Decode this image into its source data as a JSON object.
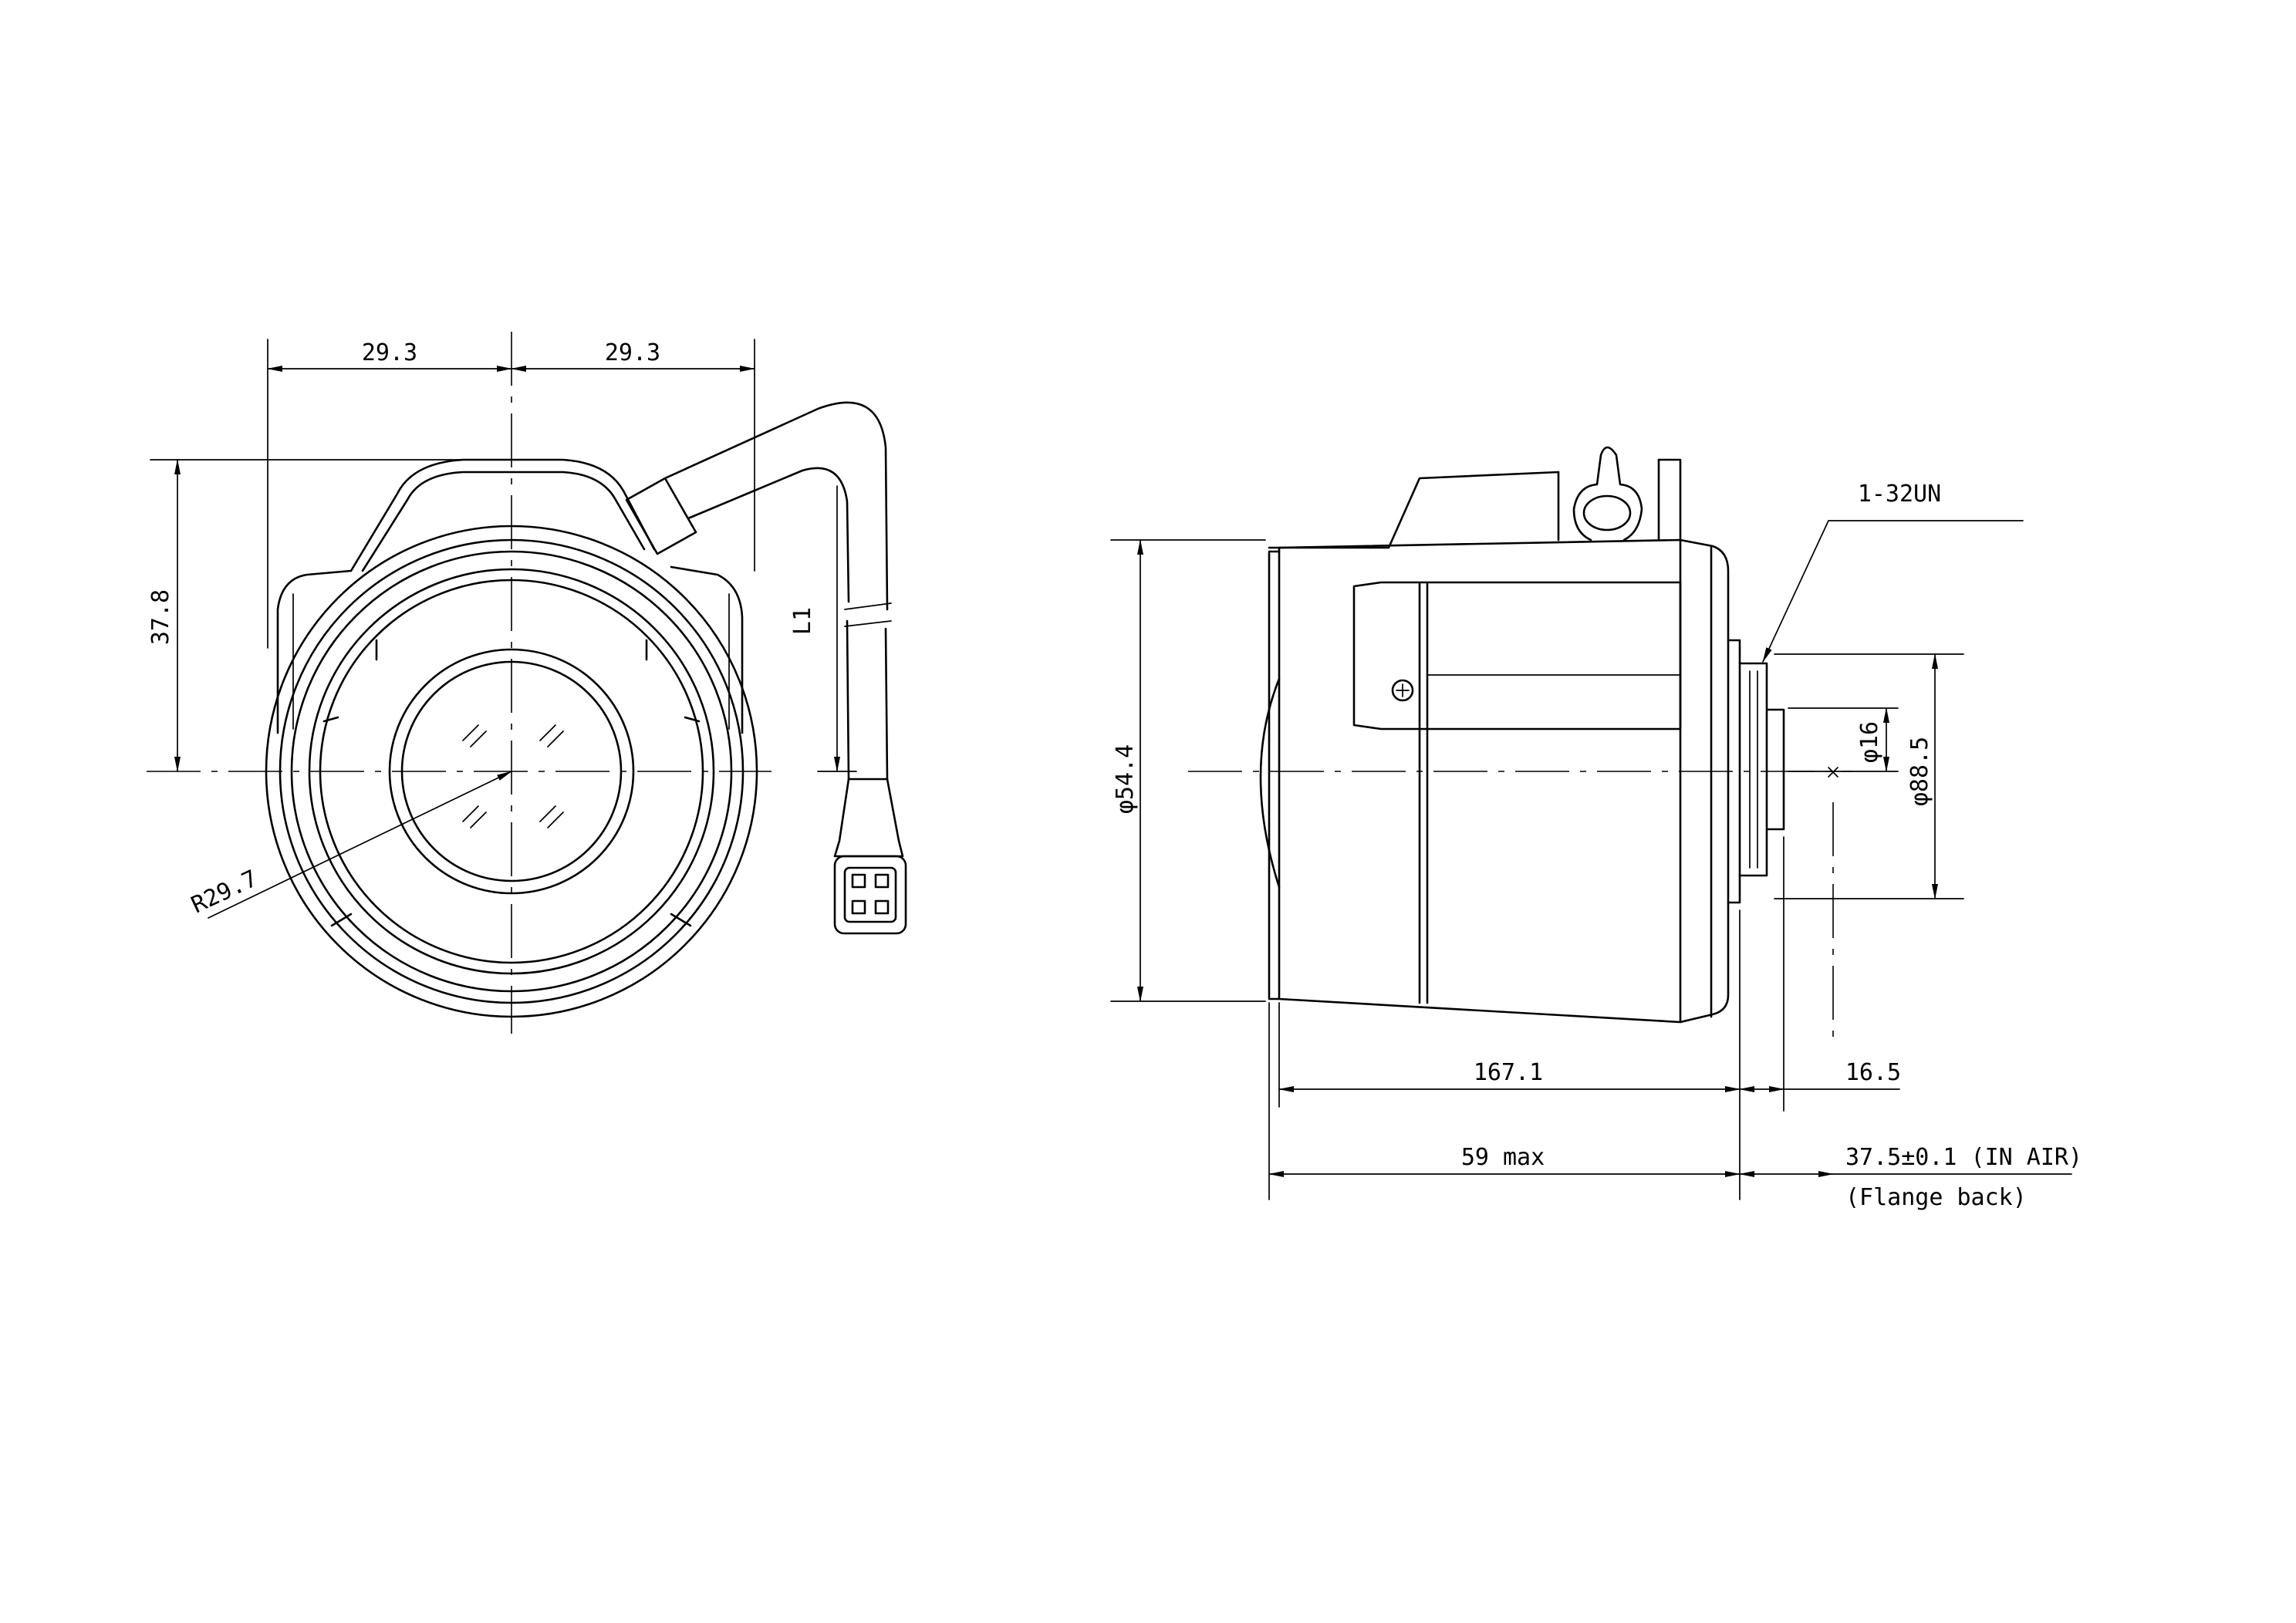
{
  "front_view": {
    "width_left": "29.3",
    "width_right": "29.3",
    "height": "37.8",
    "radius": "R29.7",
    "cable_length": "L1"
  },
  "side_view": {
    "thread": "1-32UN",
    "outer_diameter": "φ54.4",
    "mount_diameter": "φ88.5",
    "inner_diameter": "φ16",
    "body_length": "167.1",
    "mount_length": "16.5",
    "overall_length": "59 max",
    "flange_back": "37.5±0.1 (IN AIR)",
    "flange_back_note": "(Flange back)"
  }
}
